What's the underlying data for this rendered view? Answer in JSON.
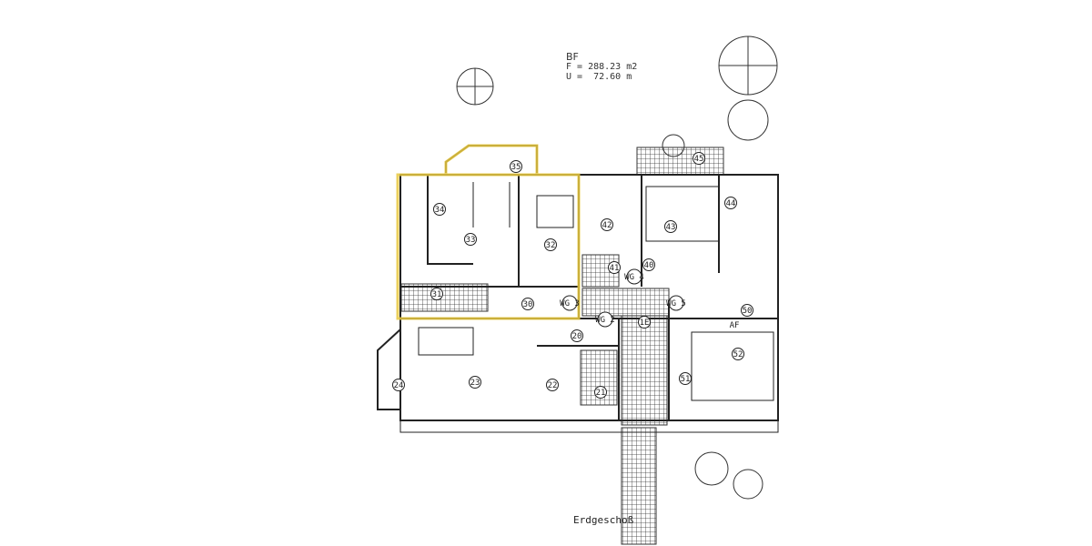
{
  "plan": {
    "title": "Erdgeschoß",
    "info": {
      "label": "BF",
      "area": "F = 288.23 m2",
      "perimeter": "U =  72.60 m"
    },
    "highlight_color": "#e8c840",
    "rooms": [
      "35",
      "34",
      "33",
      "32",
      "31",
      "30",
      "42",
      "43",
      "44",
      "45",
      "41",
      "40",
      "WG 4",
      "WG 3",
      "WG 5",
      "WG 2",
      "1E",
      "50",
      "AF",
      "20",
      "52",
      "51",
      "23",
      "24",
      "22",
      "21"
    ]
  }
}
